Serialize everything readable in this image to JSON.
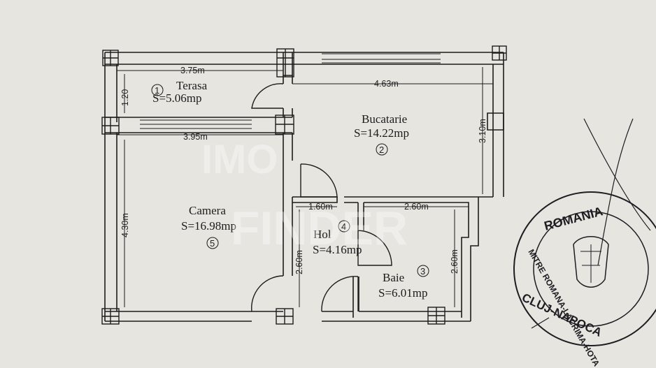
{
  "rooms": {
    "terasa": {
      "name": "Terasa",
      "area": "S=5.06mp",
      "number": "1"
    },
    "bucatarie": {
      "name": "Bucatarie",
      "area": "S=14.22mp",
      "number": "2"
    },
    "baie": {
      "name": "Baie",
      "area": "S=6.01mp",
      "number": "3"
    },
    "hol": {
      "name": "Hol",
      "area": "S=4.16mp",
      "number": "4"
    },
    "camera": {
      "name": "Camera",
      "area": "S=16.98mp",
      "number": "5"
    }
  },
  "dimensions": {
    "terasa_width": "3.75m",
    "terasa_depth": "1.20",
    "bucatarie_width": "4.63m",
    "bucatarie_depth": "3.10m",
    "camera_width": "3.95m",
    "camera_depth": "4.30m",
    "hol_width": "1.60m",
    "hol_depth": "2.60m",
    "baie_width": "2.60m",
    "baie_depth": "2.60m"
  },
  "watermark": {
    "line1": "IMO",
    "line2": "FINDER"
  },
  "stamp": {
    "top": "ROMANIA",
    "middle": "MITRE ROMANA-LACRIMA-HOTA",
    "bottom": "CLUJ-NAPOCA",
    "color": "#1d1d22"
  },
  "colors": {
    "paper": "#e7e5e0",
    "ink": "#1c1c1c"
  }
}
